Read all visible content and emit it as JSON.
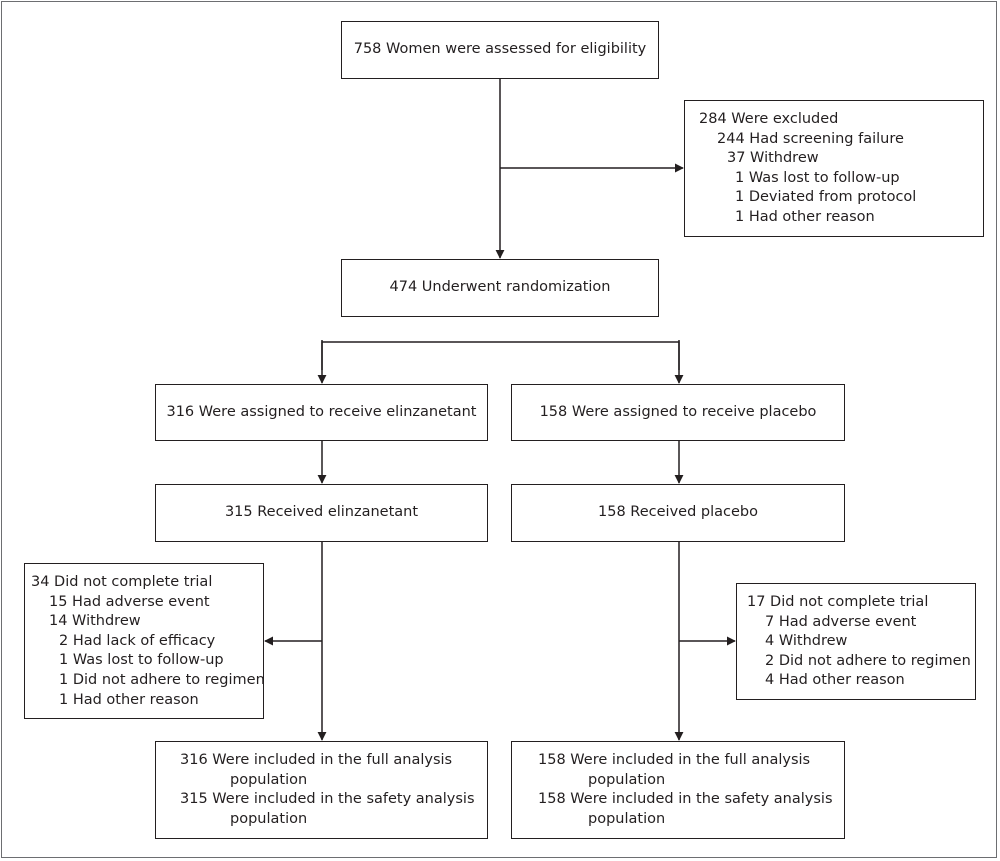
{
  "assessed": "758 Women were assessed for eligibility",
  "excluded": {
    "header": "284 Were excluded",
    "items": [
      "244 Had screening failure",
      "37 Withdrew",
      "1 Was lost to follow-up",
      "1 Deviated from protocol",
      "1 Had other reason"
    ]
  },
  "randomized": "474 Underwent randomization",
  "arms": {
    "elinzanetant": {
      "assigned": "316 Were assigned to receive elinzanetant",
      "received": "315 Received elinzanetant",
      "not_completed": {
        "header": "34 Did not complete trial",
        "items": [
          "15 Had adverse event",
          "14  Withdrew",
          "2 Had lack of efficacy",
          "1 Was lost to follow-up",
          "1 Did not adhere to regimen",
          "1 Had other reason"
        ]
      },
      "analysis": [
        "316 Were included in the full analysis population",
        "315 Were included in the safety analysis population"
      ]
    },
    "placebo": {
      "assigned": "158 Were assigned to receive placebo",
      "received": "158 Received placebo",
      "not_completed": {
        "header": "17 Did not complete trial",
        "items": [
          "7 Had adverse event",
          "4 Withdrew",
          "2 Did not adhere to regimen",
          "4 Had other reason"
        ]
      },
      "analysis": [
        "158 Were included in the full analysis population",
        "158 Were included in the safety analysis population"
      ]
    }
  }
}
